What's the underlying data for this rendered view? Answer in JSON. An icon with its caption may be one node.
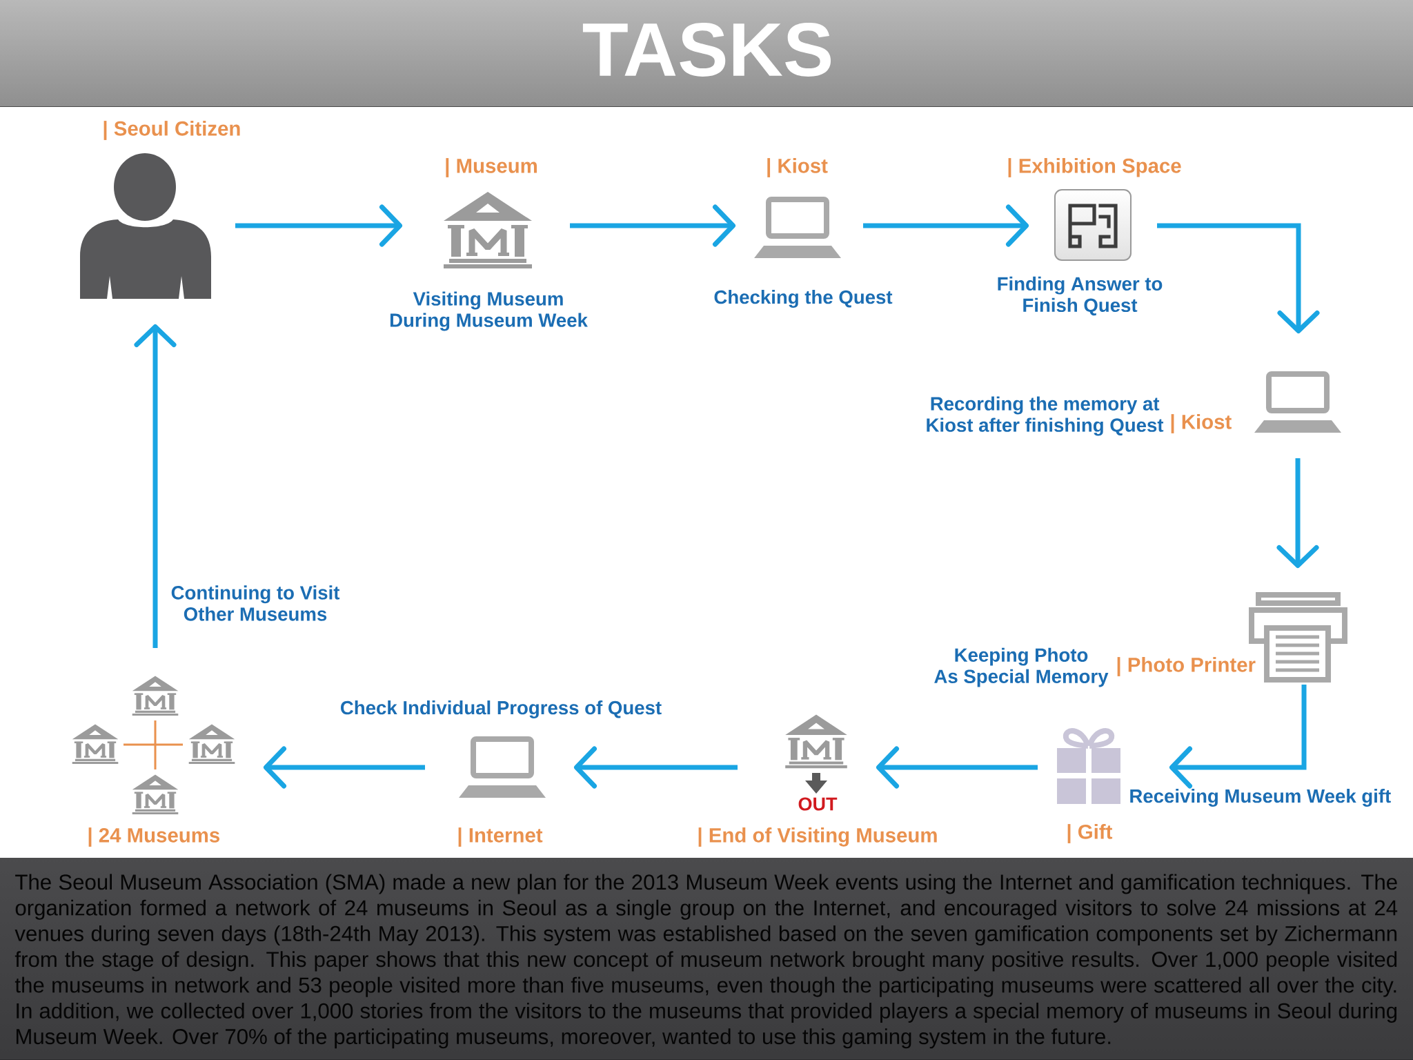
{
  "diagram": {
    "title": "TASKS",
    "caption": "The Seoul Museum Association (SMA) made a new plan for the 2013 Museum Week events using the Internet and gamification techniques. The organization formed a network of 24 museums in Seoul as a single group on the Internet, and encouraged visitors to solve 24 missions at 24 venues during seven days (18th-24th May 2013). This system was established based on the seven gamification components set by Zichermann from the stage of design. This paper shows that this new concept of museum network brought many positive results. Over 1,000 people visited the museums in network and 53 people visited more than five museums, even though the participating museums were scattered all over the city. In addition, we collected over 1,000 stories from the visitors to the museums that provided players a special memory of museums in Seoul during Museum Week. Over 70% of the participating museums, moreover, wanted to use this gaming system in the future.",
    "nodes": [
      {
        "text": [
          "| Seoul Citizen"
        ]
      },
      {
        "text": [
          "| Museum",
          "Visiting Museum During Museum Week"
        ]
      },
      {
        "text": [
          "| Kiost",
          "Checking the Quest"
        ]
      },
      {
        "text": [
          "| Exhibition Space",
          "Finding Answer to Finish Quest"
        ]
      },
      {
        "text": [
          "Recording the memory at Kiost after finishing Quest",
          "| Kiost"
        ]
      },
      {
        "text": [
          "Keeping Photo As Special Memory",
          "| Photo Printer"
        ]
      },
      {
        "text": [
          "Receiving Museum Week gift",
          "| Gift"
        ]
      },
      {
        "text": [
          "OUT",
          "| End of Visiting Museum"
        ]
      },
      {
        "text": [
          "Check Individual Progress of Quest",
          "| Internet"
        ]
      },
      {
        "text": [
          "| 24 Museums"
        ]
      }
    ],
    "edges": [
      {
        "from": 0,
        "to": 1,
        "arrow": "to"
      },
      {
        "from": 1,
        "to": 2,
        "arrow": "to"
      },
      {
        "from": 2,
        "to": 3,
        "arrow": "to"
      },
      {
        "from": 3,
        "to": 4,
        "arrow": "to"
      },
      {
        "from": 4,
        "to": 5,
        "arrow": "to"
      },
      {
        "from": 5,
        "to": 6,
        "arrow": "to"
      },
      {
        "from": 6,
        "to": 7,
        "arrow": "to"
      },
      {
        "from": 7,
        "to": 8,
        "arrow": "to"
      },
      {
        "from": 8,
        "to": 9,
        "arrow": "to"
      },
      {
        "from": 9,
        "to": 0,
        "arrow": "to",
        "label": "Continuing to Visit Other Museums"
      }
    ]
  }
}
